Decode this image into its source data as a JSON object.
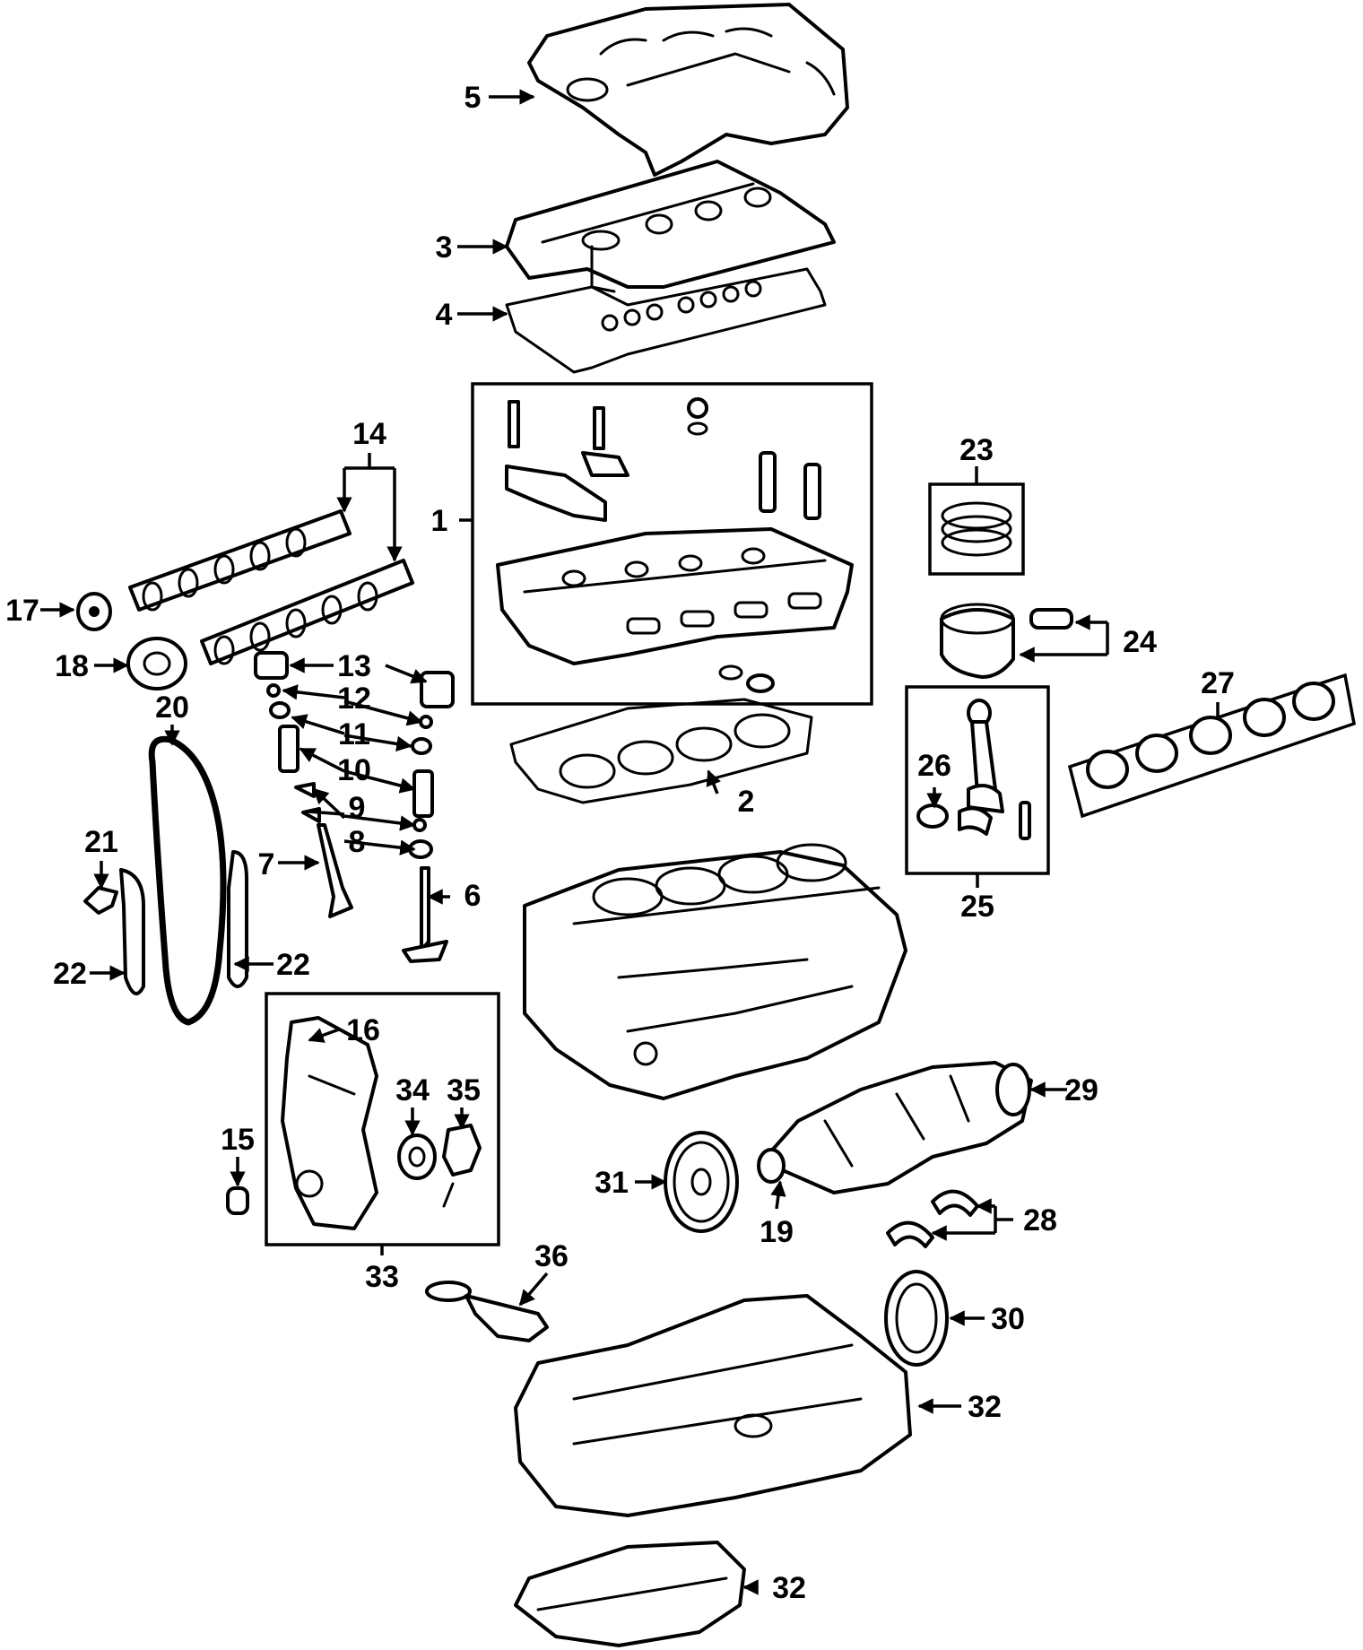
{
  "callouts": {
    "c1": "1",
    "c2": "2",
    "c3": "3",
    "c4": "4",
    "c5": "5",
    "c6": "6",
    "c7": "7",
    "c8": "8",
    "c9": "9",
    "c10": "10",
    "c11": "11",
    "c12": "12",
    "c13": "13",
    "c14": "14",
    "c15": "15",
    "c16": "16",
    "c17": "17",
    "c18": "18",
    "c19": "19",
    "c20": "20",
    "c21": "21",
    "c22a": "22",
    "c22b": "22",
    "c23": "23",
    "c24": "24",
    "c25": "25",
    "c26": "26",
    "c27": "27",
    "c28": "28",
    "c29": "29",
    "c30": "30",
    "c31": "31",
    "c32a": "32",
    "c32b": "32",
    "c33": "33",
    "c34": "34",
    "c35": "35",
    "c36": "36"
  }
}
